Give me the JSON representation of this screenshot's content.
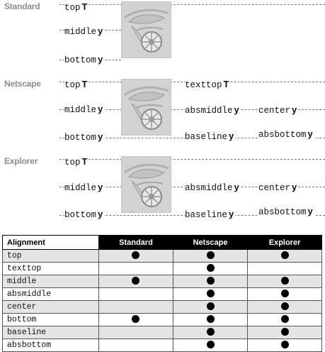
{
  "sections": [
    {
      "label": "Standard",
      "left": [
        {
          "word": "top",
          "mark": "T"
        },
        {
          "word": "middle",
          "mark": "y"
        },
        {
          "word": "bottom",
          "mark": "y"
        }
      ],
      "mid": [],
      "right": []
    },
    {
      "label": "Netscape",
      "left": [
        {
          "word": "top",
          "mark": "T"
        },
        {
          "word": "middle",
          "mark": "y"
        },
        {
          "word": "bottom",
          "mark": "y"
        }
      ],
      "mid": [
        {
          "word": "texttop",
          "mark": "T"
        },
        {
          "word": "absmiddle",
          "mark": "y"
        },
        {
          "word": "baseline",
          "mark": "y"
        }
      ],
      "right": [
        {
          "word": "center",
          "mark": "y"
        },
        {
          "word": "absbottom",
          "mark": "y"
        }
      ]
    },
    {
      "label": "Explorer",
      "left": [
        {
          "word": "top",
          "mark": "T"
        },
        {
          "word": "middle",
          "mark": "y"
        },
        {
          "word": "bottom",
          "mark": "y"
        }
      ],
      "mid": [
        {
          "word": "absmiddle",
          "mark": "y"
        },
        {
          "word": "baseline",
          "mark": "y"
        }
      ],
      "right": [
        {
          "word": "center",
          "mark": "y"
        },
        {
          "word": "absbottom",
          "mark": "y"
        }
      ]
    }
  ],
  "table": {
    "headers": [
      "Alignment",
      "Standard",
      "Netscape",
      "Explorer"
    ],
    "rows": [
      {
        "name": "top",
        "support": [
          true,
          true,
          true
        ]
      },
      {
        "name": "texttop",
        "support": [
          false,
          true,
          false
        ]
      },
      {
        "name": "middle",
        "support": [
          true,
          true,
          true
        ]
      },
      {
        "name": "absmiddle",
        "support": [
          false,
          true,
          true
        ]
      },
      {
        "name": "center",
        "support": [
          false,
          true,
          true
        ]
      },
      {
        "name": "bottom",
        "support": [
          true,
          true,
          true
        ]
      },
      {
        "name": "baseline",
        "support": [
          false,
          true,
          true
        ]
      },
      {
        "name": "absbottom",
        "support": [
          false,
          true,
          true
        ]
      }
    ],
    "mark_icon": "filled-circle-icon"
  }
}
